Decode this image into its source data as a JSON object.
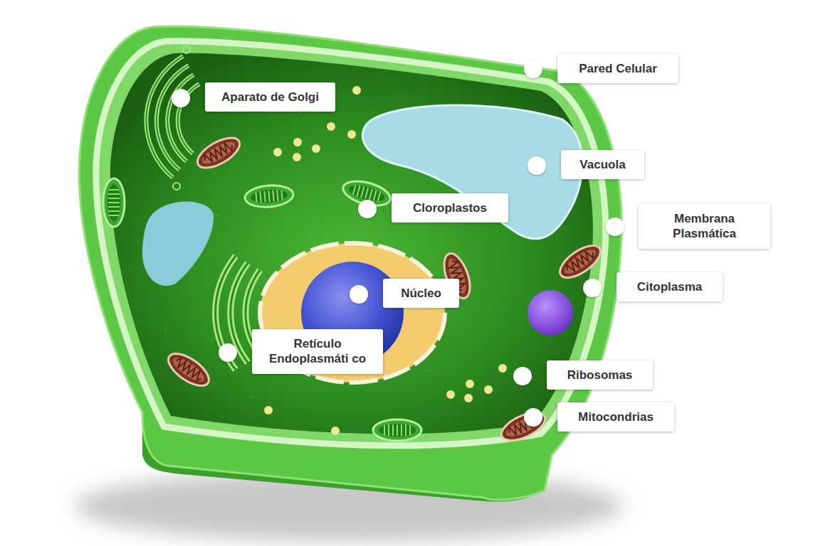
{
  "diagram": {
    "nodes": [
      {
        "text": [
          "Pared Celular"
        ]
      },
      {
        "text": [
          "Aparato de Golgi"
        ]
      },
      {
        "text": [
          "Vacuola"
        ]
      },
      {
        "text": [
          "Cloroplastos"
        ]
      },
      {
        "text": [
          "Membrana Plasmática"
        ]
      },
      {
        "text": [
          "Citoplasma"
        ]
      },
      {
        "text": [
          "Núcleo"
        ]
      },
      {
        "text": [
          "Retículo Endoplasmáti co"
        ]
      },
      {
        "text": [
          "Ribosomas"
        ]
      },
      {
        "text": [
          "Mitocondrias"
        ]
      }
    ]
  }
}
